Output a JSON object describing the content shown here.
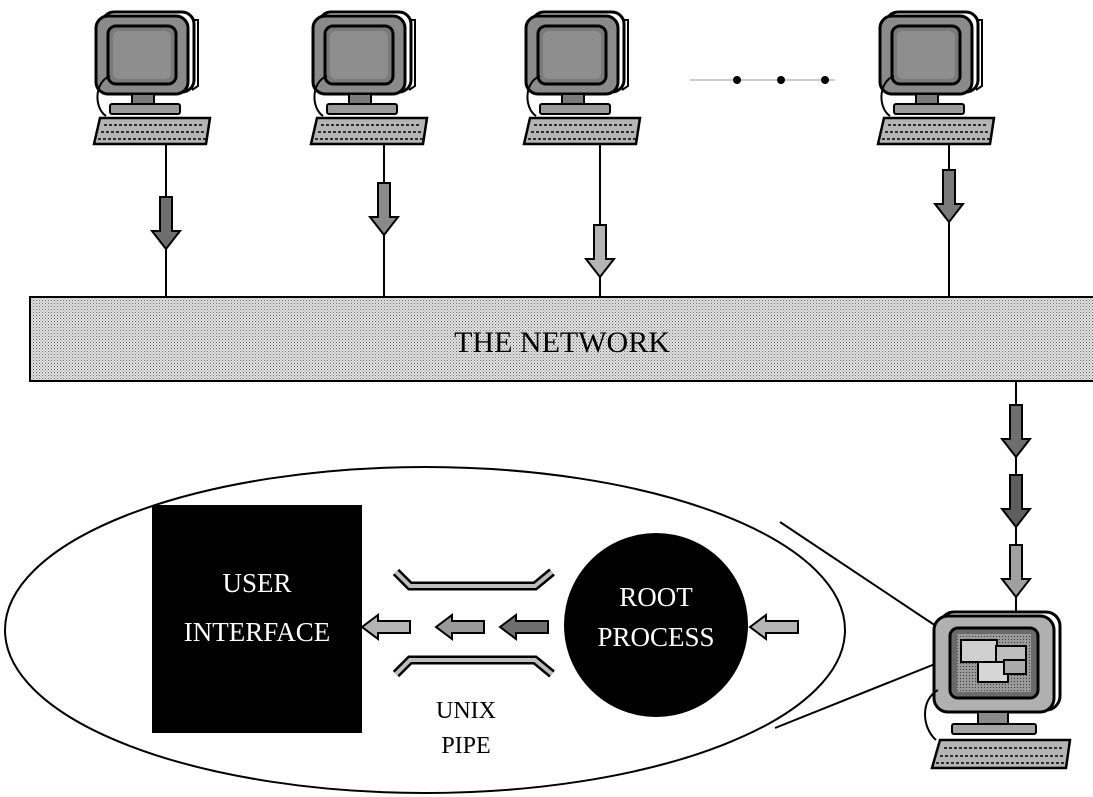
{
  "network": {
    "label": "THE NETWORK"
  },
  "user_interface": {
    "line1": "USER",
    "line2": "INTERFACE"
  },
  "root_process": {
    "line1": "ROOT",
    "line2": "PROCESS"
  },
  "pipe": {
    "line1": "UNIX",
    "line2": "PIPE"
  },
  "colors": {
    "arrow_dark": "#6e6e6e",
    "arrow_mid": "#8c8c8c",
    "arrow_light": "#b4b4b4",
    "band_fill": "#d4d4d4",
    "black": "#000000"
  },
  "icons": {
    "workstations": [
      "computer-icon",
      "computer-icon",
      "computer-icon",
      "computer-icon"
    ],
    "ellipsis": "more-workstations-ellipsis",
    "local_host": "computer-with-gui-icon"
  }
}
